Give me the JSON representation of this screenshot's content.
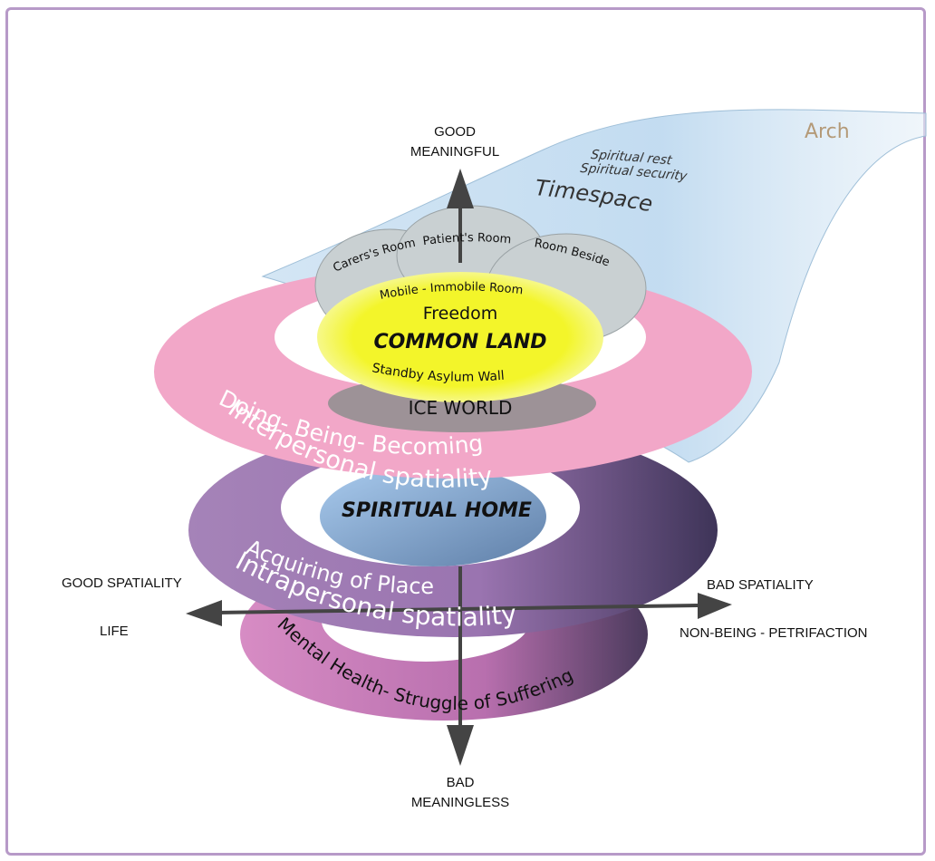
{
  "colors": {
    "border": "#b79ac8",
    "pink_ring": "#f2a7c8",
    "purple_ring": "#a37bb3",
    "magenta_ring": "#c97db8",
    "center_blue": "#9fc2e6",
    "yellow": "#f3f52a",
    "grey_room": "#c9d0d2",
    "timespace": "#c9e1f3",
    "arch_label": "#b49a78"
  },
  "arch": {
    "label": "Arch",
    "line1": "Spiritual rest",
    "line2": "Spiritual security",
    "timespace": "Timespace"
  },
  "rooms": {
    "carers": "Carers's Room",
    "patients": "Patient's Room",
    "beside": "Room Beside"
  },
  "common": {
    "mobile": "Mobile - Immobile Room",
    "freedom": "Freedom",
    "title": "COMMON LAND",
    "standby": "Standby Asylum  Wall"
  },
  "ice": "ICE WORLD",
  "pink_ring": {
    "line1": "Doing- Being- Becoming",
    "line2": "Interpersonal spatiality"
  },
  "spiritual_home": "SPIRITUAL HOME",
  "purple_ring": {
    "line1": "Acquiring of Place",
    "line2": "Intrapersonal spatiality"
  },
  "bottom_ring": "Mental Health- Struggle of Suffering",
  "axes": {
    "top_line1": "GOOD",
    "top_line2": "MEANINGFUL",
    "bottom_line1": "BAD",
    "bottom_line2": "MEANINGLESS",
    "left_top": "GOOD SPATIALITY",
    "left_bottom": "LIFE",
    "right_top": "BAD SPATIALITY",
    "right_bottom": "NON-BEING - PETRIFACTION"
  }
}
